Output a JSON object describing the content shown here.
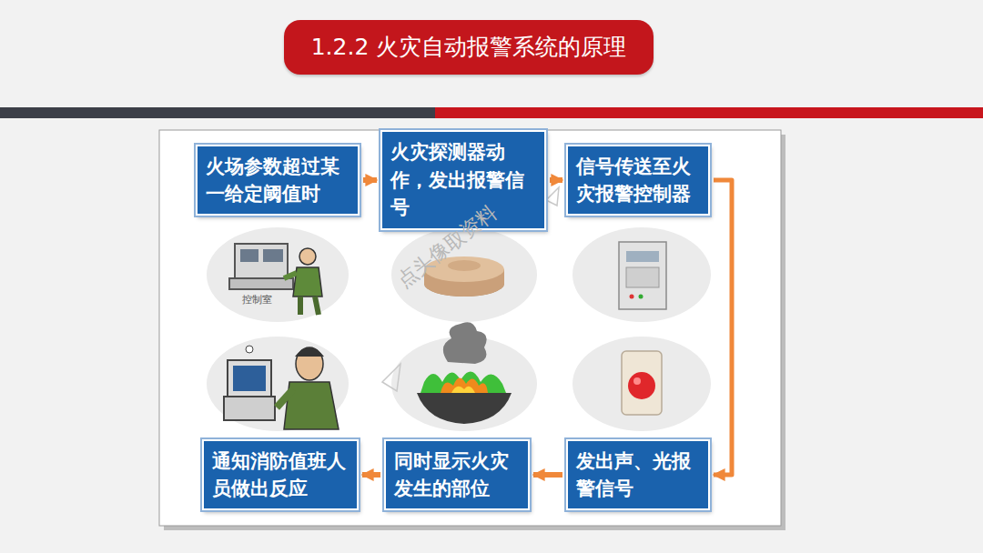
{
  "diagram": {
    "title": "1.2.2 火灾自动报警系统的原理",
    "nodes": [
      {
        "text": [
          "火场参数超过某一给定阈值时"
        ]
      },
      {
        "text": [
          "火灾探测器动作，发出报警信号"
        ]
      },
      {
        "text": [
          "信号传送至火灾报警控制器"
        ]
      },
      {
        "text": [
          "发出声、光报警信号"
        ]
      },
      {
        "text": [
          "同时显示火灾发生的部位"
        ]
      },
      {
        "text": [
          "通知消防值班人员做出反应"
        ]
      }
    ],
    "edges": [
      {
        "from": 0,
        "to": 1,
        "arrow": "to"
      },
      {
        "from": 1,
        "to": 2,
        "arrow": "to"
      },
      {
        "from": 2,
        "to": 3,
        "arrow": "to"
      },
      {
        "from": 3,
        "to": 4,
        "arrow": "to"
      },
      {
        "from": 4,
        "to": 5,
        "arrow": "to"
      }
    ],
    "labels": [
      "控制室",
      "点头像取资料"
    ]
  }
}
